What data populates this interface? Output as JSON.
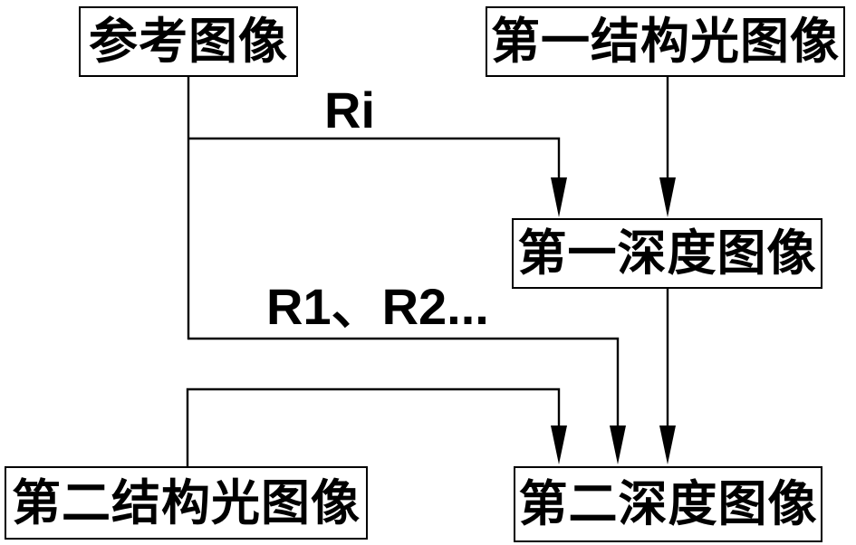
{
  "figure": {
    "background_color": "#ffffff",
    "ink_color": "#000000",
    "nodes": [
      {
        "id": "reference-image",
        "label": "参考图像"
      },
      {
        "id": "first-structured-light-image",
        "label": "第一结构光图像"
      },
      {
        "id": "first-depth-image",
        "label": "第一深度图像"
      },
      {
        "id": "second-structured-light-image",
        "label": "第二结构光图像"
      },
      {
        "id": "second-depth-image",
        "label": "第二深度图像"
      }
    ],
    "edge_labels": [
      {
        "id": "ri",
        "text": "Ri"
      },
      {
        "id": "r1r2",
        "text": "R1、R2..."
      }
    ],
    "edges": [
      {
        "from": "reference-image",
        "to": "first-depth-image",
        "label": "Ri"
      },
      {
        "from": "first-structured-light-image",
        "to": "first-depth-image",
        "label": ""
      },
      {
        "from": "reference-image",
        "to": "second-depth-image",
        "label": "R1、R2..."
      },
      {
        "from": "first-depth-image",
        "to": "second-depth-image",
        "label": ""
      },
      {
        "from": "second-structured-light-image",
        "to": "second-depth-image",
        "label": ""
      }
    ]
  }
}
